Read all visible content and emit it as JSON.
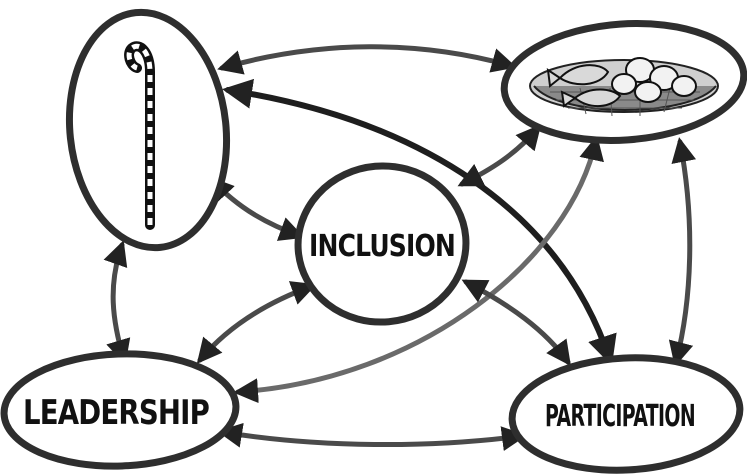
{
  "nodes": {
    "staff": {
      "label": "",
      "icon": "shepherd-staff-icon"
    },
    "basket": {
      "label": "",
      "icon": "fish-and-bread-basket-icon"
    },
    "inclusion": {
      "label": "INCLUSION"
    },
    "leadership": {
      "label": "LEADERSHIP"
    },
    "participation": {
      "label": "PARTICIPATION"
    }
  },
  "connections": [
    [
      "staff",
      "basket"
    ],
    [
      "staff",
      "inclusion"
    ],
    [
      "staff",
      "leadership"
    ],
    [
      "staff",
      "participation"
    ],
    [
      "basket",
      "inclusion"
    ],
    [
      "basket",
      "leadership"
    ],
    [
      "basket",
      "participation"
    ],
    [
      "inclusion",
      "leadership"
    ],
    [
      "inclusion",
      "participation"
    ],
    [
      "leadership",
      "participation"
    ]
  ],
  "style": {
    "stroke": "#3a3a3a",
    "fill": "#ffffff",
    "ink": "#111111"
  }
}
